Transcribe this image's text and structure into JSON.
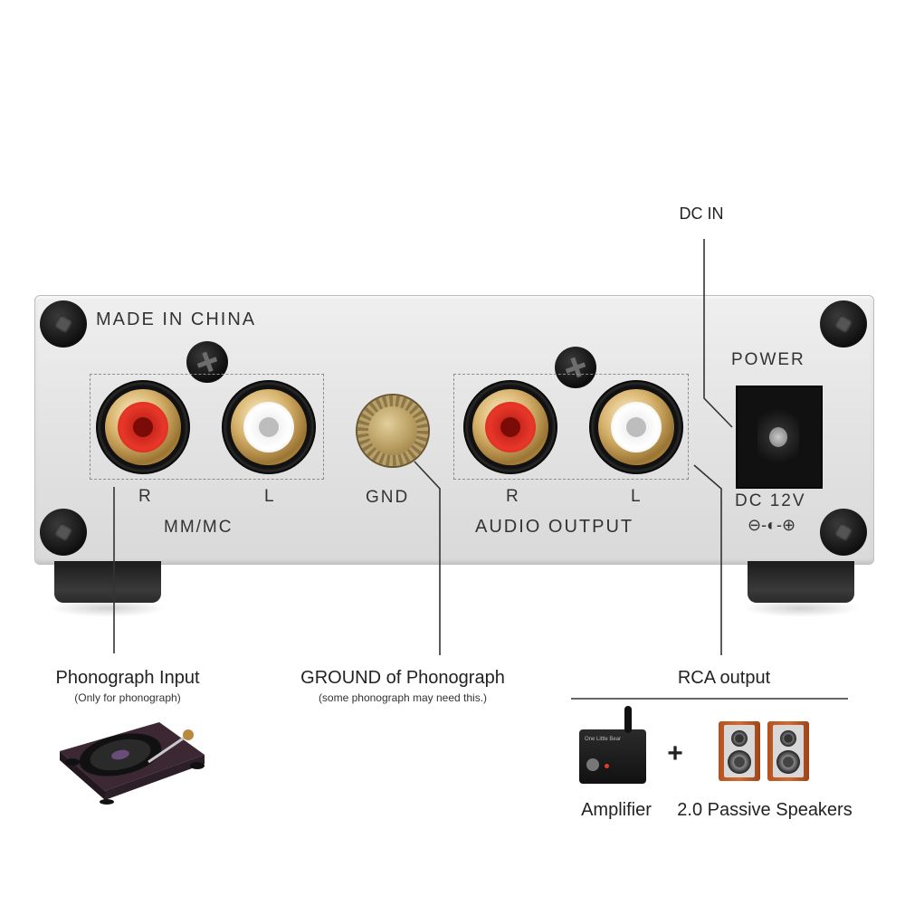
{
  "panel": {
    "made_in": "MADE IN CHINA",
    "input_group": "MM/MC",
    "input_r": "R",
    "input_l": "L",
    "gnd": "GND",
    "output_r": "R",
    "output_l": "L",
    "output_group": "AUDIO OUTPUT",
    "power": "POWER",
    "dc_rating": "DC 12V",
    "polarity_symbol": "⊖-◐-⊕"
  },
  "callouts": {
    "dc_in": "DC IN",
    "phono_input": {
      "title": "Phonograph Input",
      "note": "(Only for phonograph)"
    },
    "ground": {
      "title": "GROUND of Phonograph",
      "note": "(some phonograph may need this.)"
    },
    "rca_output": {
      "title": "RCA output",
      "plus": "+",
      "amplifier": "Amplifier",
      "speakers": "2.0 Passive Speakers",
      "amp_brand": "One Little Bear"
    }
  },
  "colors": {
    "jack_right": "#e8372a",
    "jack_left": "#ffffff",
    "gold_ring": "#c99f51"
  },
  "icons": [
    "turntable-icon",
    "amplifier-icon",
    "speaker-icon"
  ]
}
